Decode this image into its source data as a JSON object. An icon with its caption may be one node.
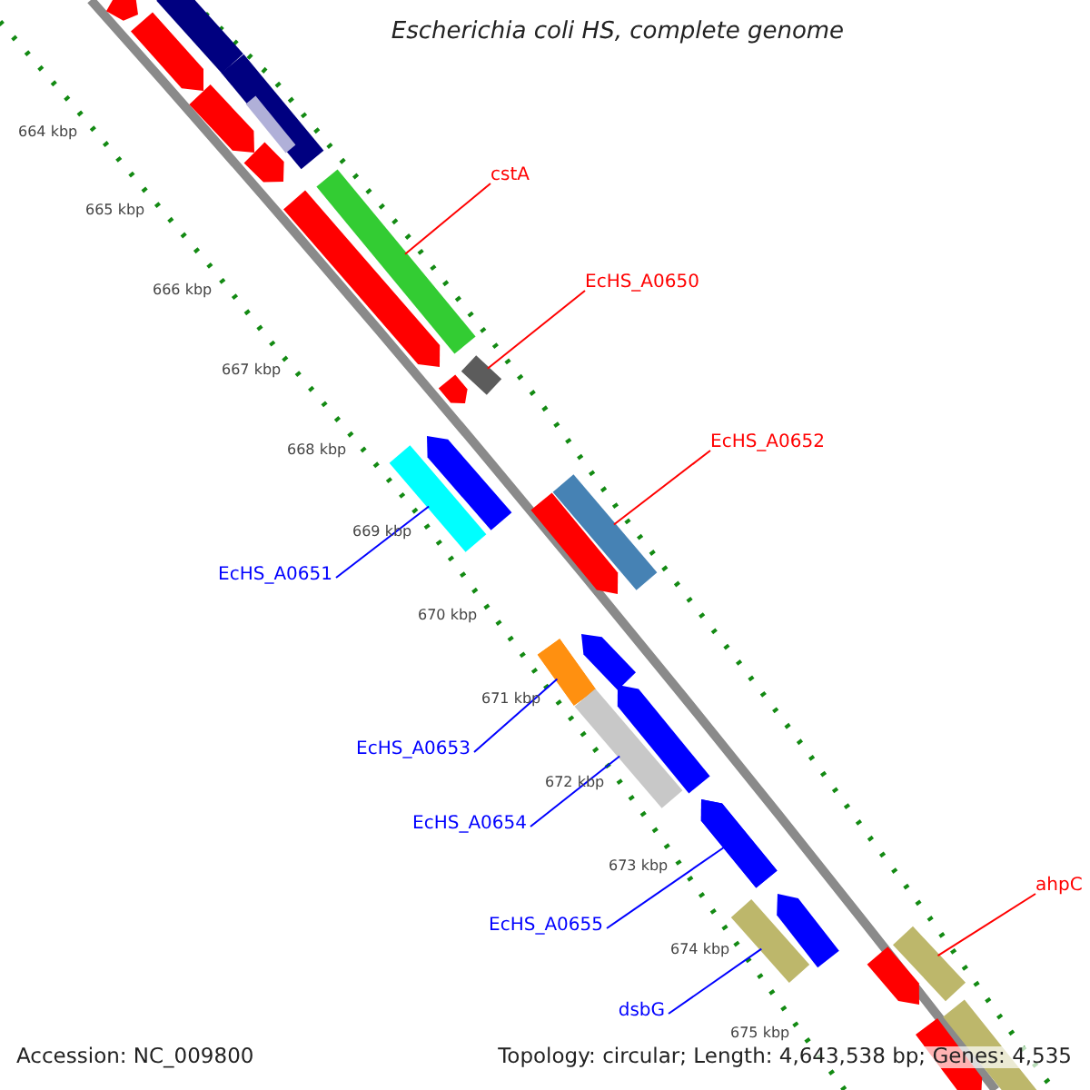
{
  "diagram": {
    "title": "Escherichia coli HS, complete genome",
    "nodes": [
      {
        "text": [
          "cstA"
        ]
      },
      {
        "text": [
          "EcHS_A0650"
        ]
      },
      {
        "text": [
          "EcHS_A0652"
        ]
      },
      {
        "text": [
          "EcHS_A0651"
        ]
      },
      {
        "text": [
          "EcHS_A0653"
        ]
      },
      {
        "text": [
          "EcHS_A0654"
        ]
      },
      {
        "text": [
          "EcHS_A0655"
        ]
      },
      {
        "text": [
          "dsbG"
        ]
      },
      {
        "text": [
          "ahpC"
        ]
      },
      {
        "text": [],
        "shape": "bar"
      },
      {
        "text": [],
        "shape": "bar"
      },
      {
        "text": [],
        "shape": "bar"
      },
      {
        "text": [],
        "shape": "bar"
      },
      {
        "text": [],
        "shape": "bar"
      },
      {
        "text": [],
        "shape": "bar"
      },
      {
        "text": [],
        "shape": "bar"
      },
      {
        "text": [],
        "shape": "bar"
      },
      {
        "text": [],
        "shape": "bar"
      }
    ],
    "edges": [
      {
        "from": 0,
        "to": 9,
        "arrow": "none",
        "color": "#ff0000"
      },
      {
        "from": 1,
        "to": 10,
        "arrow": "none",
        "color": "#ff0000"
      },
      {
        "from": 2,
        "to": 11,
        "arrow": "none",
        "color": "#ff0000"
      },
      {
        "from": 3,
        "to": 12,
        "arrow": "none"
      },
      {
        "from": 4,
        "to": 13,
        "arrow": "none"
      },
      {
        "from": 5,
        "to": 14,
        "arrow": "none"
      },
      {
        "from": 6,
        "to": 15,
        "arrow": "none"
      },
      {
        "from": 7,
        "to": 16,
        "arrow": "none"
      },
      {
        "from": 8,
        "to": 17,
        "arrow": "none",
        "color": "#ff0000"
      }
    ],
    "labels": [
      "664 kbp",
      "665 kbp",
      "666 kbp",
      "667 kbp",
      "668 kbp",
      "669 kbp",
      "670 kbp",
      "671 kbp",
      "672 kbp",
      "673 kbp",
      "674 kbp",
      "675 kbp",
      "Accession: NC_009800",
      "Topology: circular; Length: 4,643,538 bp; Genes: 4,535"
    ]
  }
}
